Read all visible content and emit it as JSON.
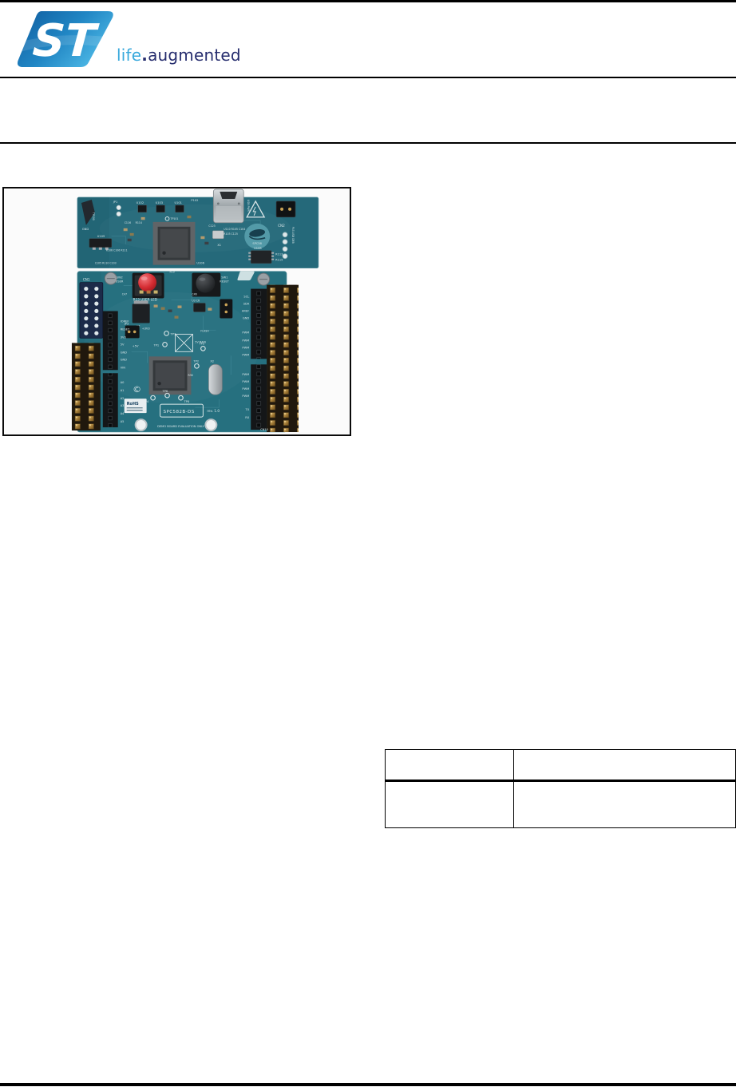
{
  "header": {
    "brand_life": "life",
    "brand_dot": ".",
    "brand_augmented": "augmented",
    "logo_st_text": "ST"
  },
  "colors": {
    "accent_blue": "#3cb4e6",
    "dark_blue": "#262d6e",
    "pcb_teal": "#26707f",
    "logo_gradient_start": "#0f5c9e",
    "logo_gradient_end": "#4cb7e5"
  },
  "figure": {
    "board": {
      "name_plate": "SPC582B-DS",
      "revision": "rev. 1.0",
      "footer_note": "DEMO BOARD EVALUATION ONLY",
      "rohs_label": "RoHS",
      "spc5_logo_text": "SPC58",
      "copyright_mark": "©",
      "usb_pwr": "USB PWR",
      "pls_usb": "PLS USB DEB",
      "gnd_top": "GND",
      "tp100": "TP100",
      "jp1": "JP1",
      "u101": "U101",
      "u102": "U102",
      "u103": "U103",
      "p102": "P102",
      "u106": "U106",
      "u109": "U109",
      "u108": "U108",
      "c116": "C116",
      "r114": "R114",
      "tp101": "TP101",
      "r_row1": "R106 C106 R111",
      "r_row2": "C105 R110 C103",
      "u110_row": "U110 R105 C104",
      "r103_row": "R103 C125",
      "c123": "C123",
      "x1": "X1",
      "cn2": "CN2",
      "r113": "R113",
      "r115": "R115",
      "cn1": "CN1",
      "sw2_line1": "SW2",
      "sw2_line2": "USER",
      "sw1_line1": "SW1",
      "sw1_line2": "RESET",
      "r10": "R10",
      "c47": "C47",
      "c46": "C46",
      "user_led": "R13 USER LED",
      "u2": "U2",
      "u3": "U3 C6",
      "jp3": "JP3",
      "plus3v3": "+3V3",
      "plus5v": "+5V",
      "flash": "FLASH",
      "v5main": "5V MAIN",
      "tp1": "TP1",
      "tp2": "TP2",
      "tp3": "TP3",
      "tp4": "TP4",
      "tp6": "TP6",
      "tp7": "TP7",
      "tp8": "TP8",
      "x2": "X2",
      "r36": "R36",
      "cn10": "CN10",
      "power_pins": [
        "IOREF",
        "RESET",
        "3V3",
        "5V",
        "GND",
        "GND",
        "VIN"
      ],
      "analog_pins": [
        "A0",
        "A1",
        "A2",
        "A3",
        "A4",
        "A5"
      ],
      "right_upper_pins": [
        "SCL",
        "SDA",
        "AREF",
        "GND",
        "PWM",
        "PWM",
        "PWM",
        "PWM"
      ],
      "right_lower_pins": [
        "PWM",
        "PWM",
        "PWM",
        "PWM",
        "TX",
        "RX"
      ]
    }
  },
  "table": {
    "header_cells": [
      "",
      ""
    ],
    "body_cells": [
      "",
      ""
    ]
  }
}
